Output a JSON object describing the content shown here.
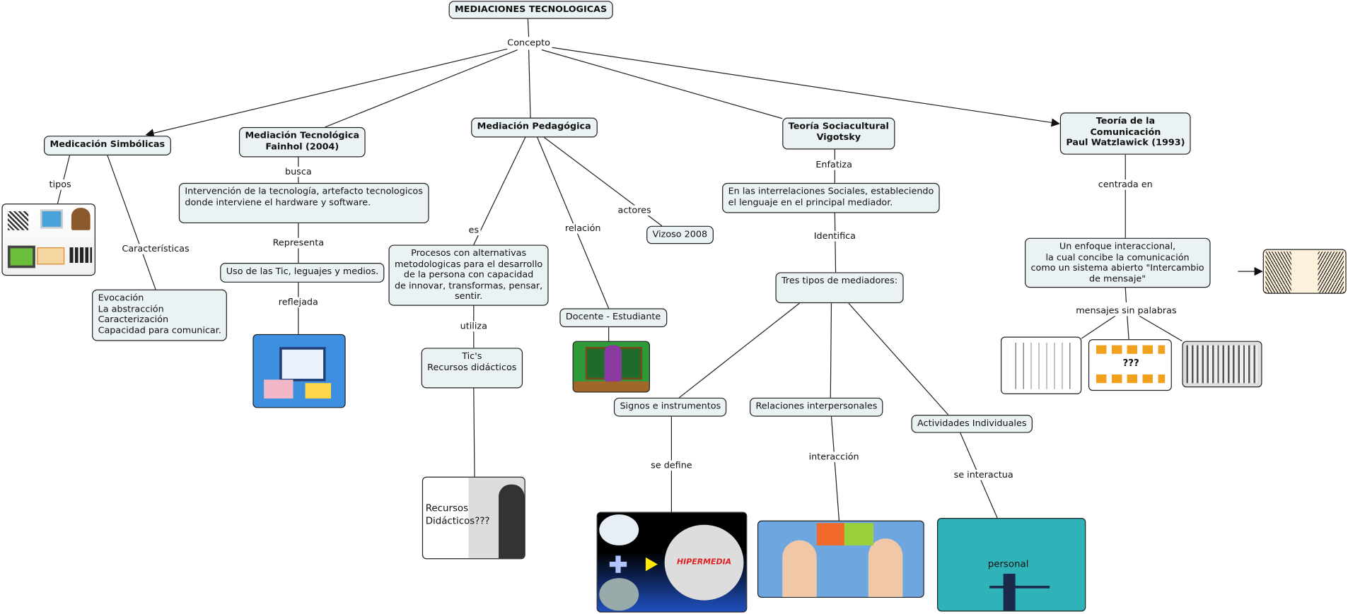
{
  "title": "MEDIACIONES TECNOLOGICAS",
  "links": {
    "concepto": "Concepto",
    "tipos": "tipos",
    "caracteristicas": "Características",
    "busca": "busca",
    "representa": "Representa",
    "reflejada": "reflejada",
    "es": "es",
    "utiliza": "utiliza",
    "relacion": "relación",
    "actores": "actores",
    "enfatiza": "Enfatiza",
    "identifica": "Identifica",
    "se_define": "se define",
    "interaccion": "interacción",
    "se_interactua": "se interactua",
    "centrada_en": "centrada en",
    "mensajes": "mensajes sin palabras"
  },
  "nodes": {
    "simbolicas": "Medicación Simbólicas",
    "tecnologica": "Mediación Tecnológica\nFainhol (2004)",
    "pedagogica": "Mediación Pedagógica",
    "sociocultural": "Teoría Sociacultural\nVigotsky",
    "comunicacion": "Teoría de la\nComunicación\nPaul Watzlawick (1993)",
    "caracteristicas_list": "Evocación\nLa abstracción\nCaracterización\nCapacidad para comunicar.",
    "intervencion": "Intervención de la tecnología, artefacto tecnologicos\ndonde interviene el hardware y software.",
    "uso_tic": "Uso de las Tic, leguajes y medios.",
    "procesos": "Procesos con alternativas\nmetodologicas para el desarrollo\nde la persona con capacidad\nde innovar, transformas, pensar,\nsentir.",
    "tics": "Tic's\nRecursos didácticos",
    "docente": "Docente - Estudiante",
    "vizoso": "Vizoso 2008",
    "interrelaciones": "En las interrelaciones Sociales, estableciendo\nel lenguaje en el principal mediador.",
    "tres_tipos": "Tres tipos de mediadores:",
    "signos": "Signos e instrumentos",
    "relaciones": "Relaciones interpersonales",
    "actividades": "Actividades Individuales",
    "enfoque": "Un enfoque interaccional,\nla cual concibe la comunicación\ncomo un sistema abierto \"Intercambio\nde mensaje\""
  },
  "images": {
    "recursos_text": "Recursos Didácticos???",
    "hipermedia_text": "HIPERMEDIA",
    "personal_text": "personal",
    "gestures_text": "???"
  },
  "colors": {
    "node_fill": "#eaf2f4",
    "border": "#222222",
    "blue_image": "#3d8fe0",
    "teal_image": "#2fb3b8"
  }
}
